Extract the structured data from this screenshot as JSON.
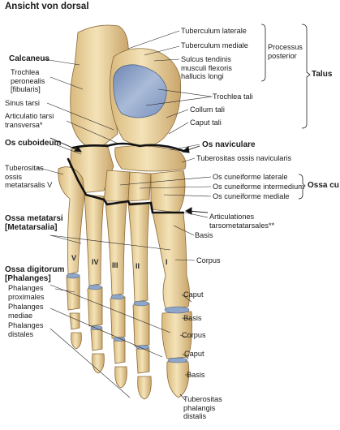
{
  "title": "Ansicht von dorsal",
  "groups": {
    "processus": [
      "Processus",
      "posterior"
    ],
    "talus": "Talus",
    "ossa_cuneiformia": "Ossa cu"
  },
  "labels": {
    "tuberculum_laterale": "Tuberculum laterale",
    "tuberculum_mediale": "Tuberculum mediale",
    "sulcus": [
      "Sulcus tendinis",
      "musculi flexoris",
      "hallucis longi"
    ],
    "trochlea_tali": "Trochlea tali",
    "collum_tali": "Collum tali",
    "caput_tali": "Caput tali",
    "calcaneus": "Calcaneus",
    "trochlea_peronealis": [
      "Trochlea",
      "peronealis",
      "[fibularis]"
    ],
    "sinus_tarsi": "Sinus tarsi",
    "articulatio_tarsi": [
      "Articulatio tarsi",
      "transversa*"
    ],
    "os_cuboideum": "Os cuboideum",
    "os_naviculare": "Os naviculare",
    "tuberositas_navicularis": "Tuberositas ossis navicularis",
    "tuberositas_mt5": [
      "Tuberositas",
      "ossis",
      "metatarsalis V"
    ],
    "cuneiforme_laterale": "Os cuneiforme laterale",
    "cuneiforme_intermedium": "Os cuneiforme intermedium",
    "cuneiforme_mediale": "Os cuneiforme mediale",
    "articulationes_tmt": [
      "Articulationes",
      "tarsometatarsales**"
    ],
    "basis_mt": "Basis",
    "ossa_metatarsi": [
      "Ossa metatarsi",
      "[Metatarsalia]"
    ],
    "corpus_mt": "Corpus",
    "ossa_digitorum": [
      "Ossa digitorum",
      "[Phalanges]"
    ],
    "phalanges_proximales": [
      "Phalanges",
      "proximales"
    ],
    "phalanges_mediae": [
      "Phalanges",
      "mediae"
    ],
    "phalanges_distales": [
      "Phalanges",
      "distales"
    ],
    "caput_1": "Caput",
    "basis_1": "Basis",
    "corpus_1": "Corpus",
    "caput_2": "Caput",
    "basis_2": "Basis",
    "tuberositas_phalangis": [
      "Tuberositas",
      "phalangis",
      "distalis"
    ]
  },
  "metatarsal_numbers": [
    "V",
    "IV",
    "III",
    "II",
    "I"
  ],
  "colors": {
    "bone": "#efd9a6",
    "bone_shade": "#c9a56a",
    "cartilage": "#8fa6c8",
    "joint_line": "#111111",
    "text": "#1a1a1a"
  }
}
